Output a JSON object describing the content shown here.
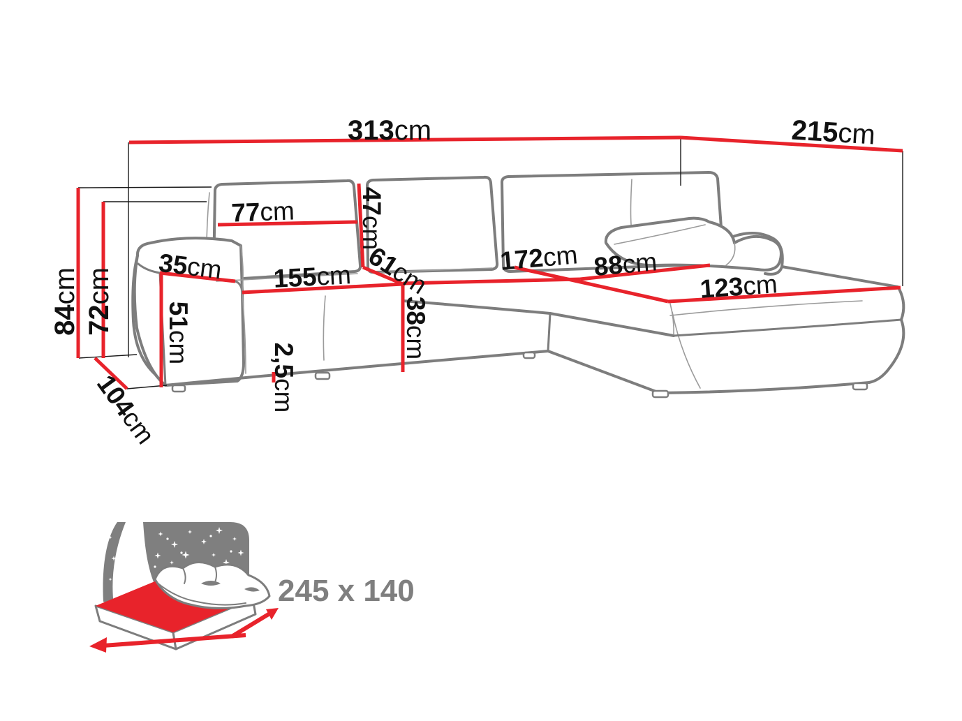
{
  "diagram": {
    "kind": "corner-sofa-dimension-drawing",
    "colors": {
      "dimension_accent": "#e8232b",
      "sofa_outline": "#7d7d7d",
      "projection_line": "#1a1a1a",
      "label_text": "#111111",
      "muted_text": "#7f7f7f",
      "background": "#ffffff"
    }
  },
  "labels": {
    "total_width": {
      "value": "313",
      "unit": "cm"
    },
    "total_depth": {
      "value": "215",
      "unit": "cm"
    },
    "total_height": {
      "value": "84",
      "unit": "cm"
    },
    "backrest_height": {
      "value": "72",
      "unit": "cm"
    },
    "side_depth": {
      "value": "104",
      "unit": "cm"
    },
    "armrest_width": {
      "value": "35",
      "unit": "cm"
    },
    "back_cushion_width": {
      "value": "77",
      "unit": "cm"
    },
    "back_cushion_height": {
      "value": "47",
      "unit": "cm"
    },
    "seat_depth": {
      "value": "61",
      "unit": "cm"
    },
    "seat_width": {
      "value": "155",
      "unit": "cm"
    },
    "seat_height": {
      "value": "38",
      "unit": "cm"
    },
    "right_section_length": {
      "value": "172",
      "unit": "cm"
    },
    "corner_back_width": {
      "value": "88",
      "unit": "cm"
    },
    "chaise_width": {
      "value": "123",
      "unit": "cm"
    },
    "armrest_height": {
      "value": "51",
      "unit": "cm"
    },
    "leg_height": {
      "value": "2,5",
      "unit": "cm"
    },
    "sleeping_area": {
      "value": "245 x 140",
      "unit": ""
    }
  }
}
